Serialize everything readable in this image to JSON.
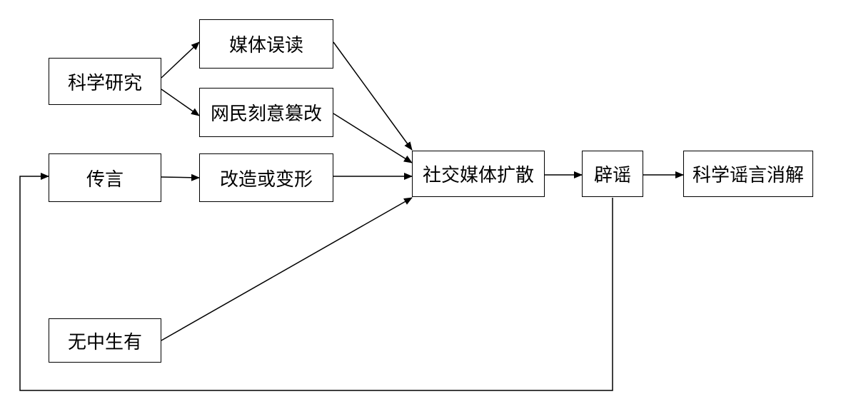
{
  "nodes": {
    "science_research": "科学研究",
    "media_misreading": "媒体误读",
    "netizen_tampering": "网民刻意篡改",
    "rumor": "传言",
    "modify_or_distort": "改造或变形",
    "fabrication": "无中生有",
    "social_media_spread": "社交媒体扩散",
    "refute": "辟谣",
    "rumor_dissolved": "科学谣言消解"
  }
}
